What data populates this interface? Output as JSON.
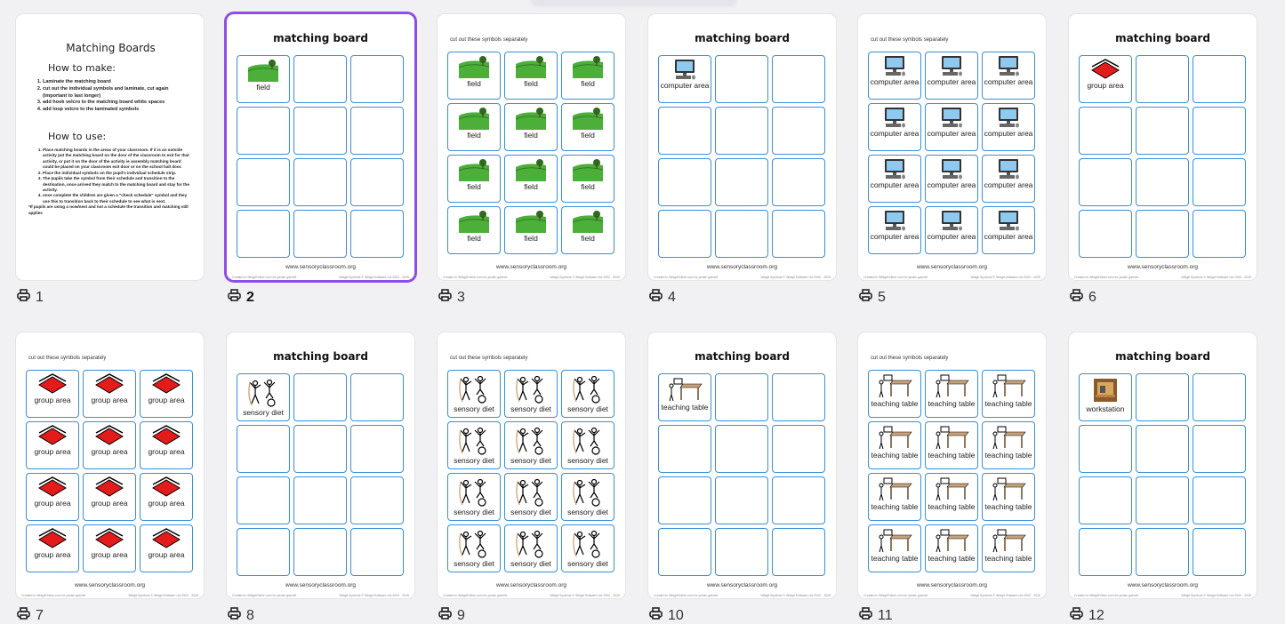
{
  "accent": "#8d4ee8",
  "cell_border": "#3a8fd6",
  "selected_page": 2,
  "board_title": "matching board",
  "cutout_title": "cut out these symbols separately",
  "url": "www.sensoryclassroom.org",
  "footer_left": "Created in WidgitOnline.com for jordan garnett",
  "footer_right": "Widgit Symbols © Widgit Software Ltd 2002 - 2025",
  "instructions": {
    "title": "Matching Boards",
    "make_heading": "How to make:",
    "make_steps": [
      "Laminate the matching board",
      "cut out the individual symbols and laminate, cut again (important to last longer)",
      "add hook velcro to the matching board white spaces",
      "add loop velcro to the laminated symbols"
    ],
    "use_heading": "How to use:",
    "use_steps": [
      "Place matching boards in the areas of your classroom. If it is an outside activity put the matching board on the door of the classroom to exit for that activity, or put it on the door of the activity ie assembly matching board could be placed on your classroom exit door or on the school hall door.",
      "Place the individual symbols on the pupil's individual schedule strip.",
      "The pupils take the symbol from their schedule and transition to the destination, once arrived they match to the matching board and stay for the activity.",
      "once complete the children are given a \"check schedule\" symbol and they use this to transition back to their schedule to see what is next."
    ],
    "note": "*If pupils are using a now/next and not a schedule the transition and matching still applies"
  },
  "pages": [
    {
      "number": "1",
      "type": "instructions"
    },
    {
      "number": "2",
      "type": "board",
      "icon": "field-icon",
      "label": "field"
    },
    {
      "number": "3",
      "type": "cutout",
      "icon": "field-icon",
      "label": "field"
    },
    {
      "number": "4",
      "type": "board",
      "icon": "computer-icon",
      "label": "computer area"
    },
    {
      "number": "5",
      "type": "cutout",
      "icon": "computer-icon",
      "label": "computer area"
    },
    {
      "number": "6",
      "type": "board",
      "icon": "group-area-icon",
      "label": "group area"
    },
    {
      "number": "7",
      "type": "cutout",
      "icon": "group-area-icon",
      "label": "group area"
    },
    {
      "number": "8",
      "type": "board",
      "icon": "sensory-diet-icon",
      "label": "sensory diet"
    },
    {
      "number": "9",
      "type": "cutout",
      "icon": "sensory-diet-icon",
      "label": "sensory diet"
    },
    {
      "number": "10",
      "type": "board",
      "icon": "teaching-table-icon",
      "label": "teaching table"
    },
    {
      "number": "11",
      "type": "cutout",
      "icon": "teaching-table-icon",
      "label": "teaching table"
    },
    {
      "number": "12",
      "type": "board",
      "icon": "workstation-icon",
      "label": "workstation"
    }
  ]
}
